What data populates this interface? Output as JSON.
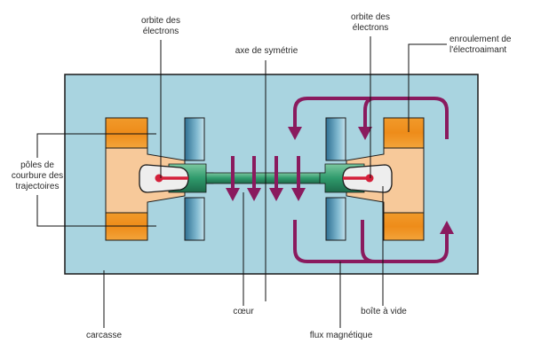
{
  "diagram": {
    "title": "",
    "type": "cyclotron-electromagnet-cross-section",
    "colors": {
      "background": "#ffffff",
      "carcass": "#a9d4e0",
      "carcass_border": "#1a1a1a",
      "coil": "#ef9420",
      "pole": "#f7c99a",
      "vacuum_box": "#eeeeee",
      "core": "#2e9a6e",
      "electron_orbit": "#d4203a",
      "flux_arrow": "#8a1a5e",
      "shield": "#3f87a8",
      "leader_line": "#111111"
    },
    "labels": {
      "orbit_left": "orbite des\nélectrons",
      "orbit_right": "orbite des\nélectrons",
      "symmetry_axis": "axe de symétrie",
      "coil": "enroulement de\nl'électroaimant",
      "poles": "pôles de\ncourbure des\ntrajectoires",
      "core": "cœur",
      "vacuum_box": "boîte à vide",
      "carcass": "carcasse",
      "magnetic_flux": "flux magnétique"
    }
  }
}
